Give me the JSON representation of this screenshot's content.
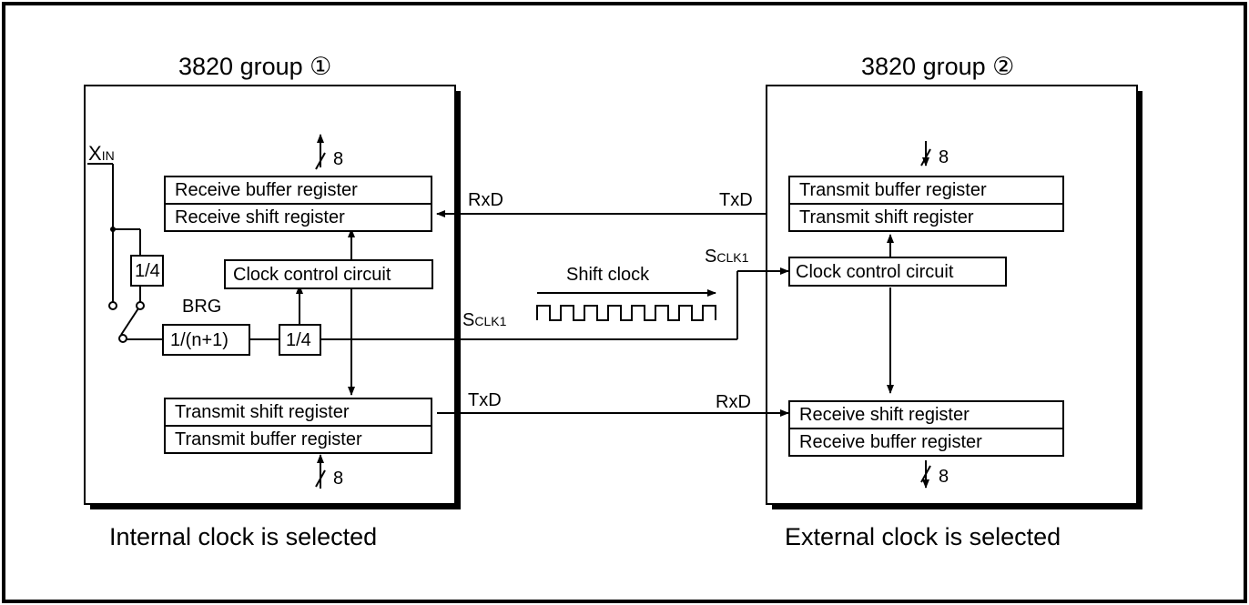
{
  "left_chip": {
    "title": "3820 group ①",
    "caption": "Internal clock is selected",
    "xin_label": "X",
    "xin_sub": "IN",
    "divider_vertical": "1/4",
    "brg_label": "BRG",
    "brg_divider": "1/(n+1)",
    "divider_small": "1/4",
    "clock_control": "Clock control circuit",
    "receive_buffer": "Receive buffer register",
    "receive_shift": "Receive shift register",
    "transmit_shift": "Transmit shift register",
    "transmit_buffer": "Transmit buffer register",
    "bus_width_top": "8",
    "bus_width_bottom": "8",
    "rxd_label": "RxD",
    "txd_label": "TxD",
    "sclk_main": "S",
    "sclk_sub": "CLK1"
  },
  "right_chip": {
    "title": "3820 group ②",
    "caption": "External clock is selected",
    "clock_control": "Clock control circuit",
    "transmit_buffer": "Transmit buffer register",
    "transmit_shift": "Transmit shift register",
    "receive_shift": "Receive shift register",
    "receive_buffer": "Receive buffer register",
    "bus_width_top": "8",
    "bus_width_bottom": "8",
    "txd_label": "TxD",
    "rxd_label": "RxD",
    "sclk_main": "S",
    "sclk_sub": "CLK1"
  },
  "shift_clock_label": "Shift clock"
}
